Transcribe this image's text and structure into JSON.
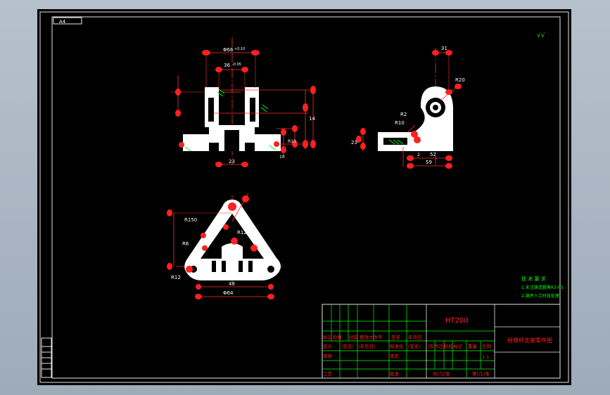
{
  "sheet": {
    "corner_tag": "A4",
    "check_mark": "√√"
  },
  "front_view": {
    "dims": [
      "Φ66",
      "36",
      "23",
      "14",
      "R10",
      "10"
    ],
    "tolerances": [
      "+0.10",
      "-0.05"
    ]
  },
  "side_view": {
    "dims": [
      "31",
      "R20",
      "R2",
      "R10",
      "2",
      "52",
      "59",
      "23"
    ]
  },
  "top_view": {
    "dims": [
      "R150",
      "R6",
      "R12",
      "R12",
      "48",
      "Φ64"
    ]
  },
  "tech_notes": {
    "heading": "技 术 要 求",
    "lines": [
      "1.未注铸造圆角R3-R5",
      "2.铸件人工时效处理"
    ]
  },
  "title_block": {
    "material": "HT200",
    "part_name": "摇臂杆支架零件图",
    "header_row": [
      "标记",
      "处数",
      "分区",
      "更改文件号",
      "签名",
      "年月日"
    ],
    "design_row": [
      "设计",
      "(签名)",
      "(年月日)",
      "标准化",
      "(签名)",
      "(年月日)"
    ],
    "stage_labels": [
      "阶段标记",
      "重量",
      "比例"
    ],
    "scale": "1:1",
    "check_row": [
      "审核",
      "",
      "",
      "",
      "审定"
    ],
    "process_row": [
      "工艺",
      "",
      "",
      "批准"
    ],
    "sheet_total": "共(几)张",
    "sheet_num": "第(几)张"
  }
}
